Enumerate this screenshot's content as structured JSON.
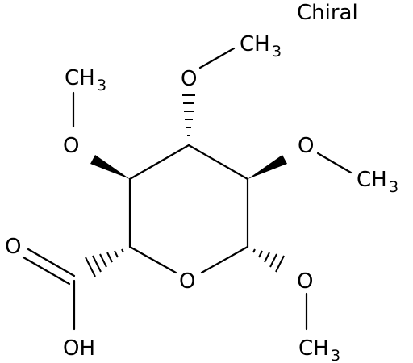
{
  "chiral_label": "Chiral",
  "atoms": {
    "o_ring": "O",
    "o_methoxy_top": "O",
    "ch3_top": "CH",
    "ch3_top_sub": "3",
    "o_methoxy_left": "O",
    "ch3_left": "CH",
    "ch3_left_sub": "3",
    "o_methoxy_right": "O",
    "ch3_right": "CH",
    "ch3_right_sub": "3",
    "o_methoxy_bottom": "O",
    "ch3_bottom": "CH",
    "ch3_bottom_sub": "3",
    "o_carbonyl": "O",
    "oh_acid": "OH"
  },
  "colors": {
    "ink": "#000000",
    "background": "#ffffff"
  }
}
